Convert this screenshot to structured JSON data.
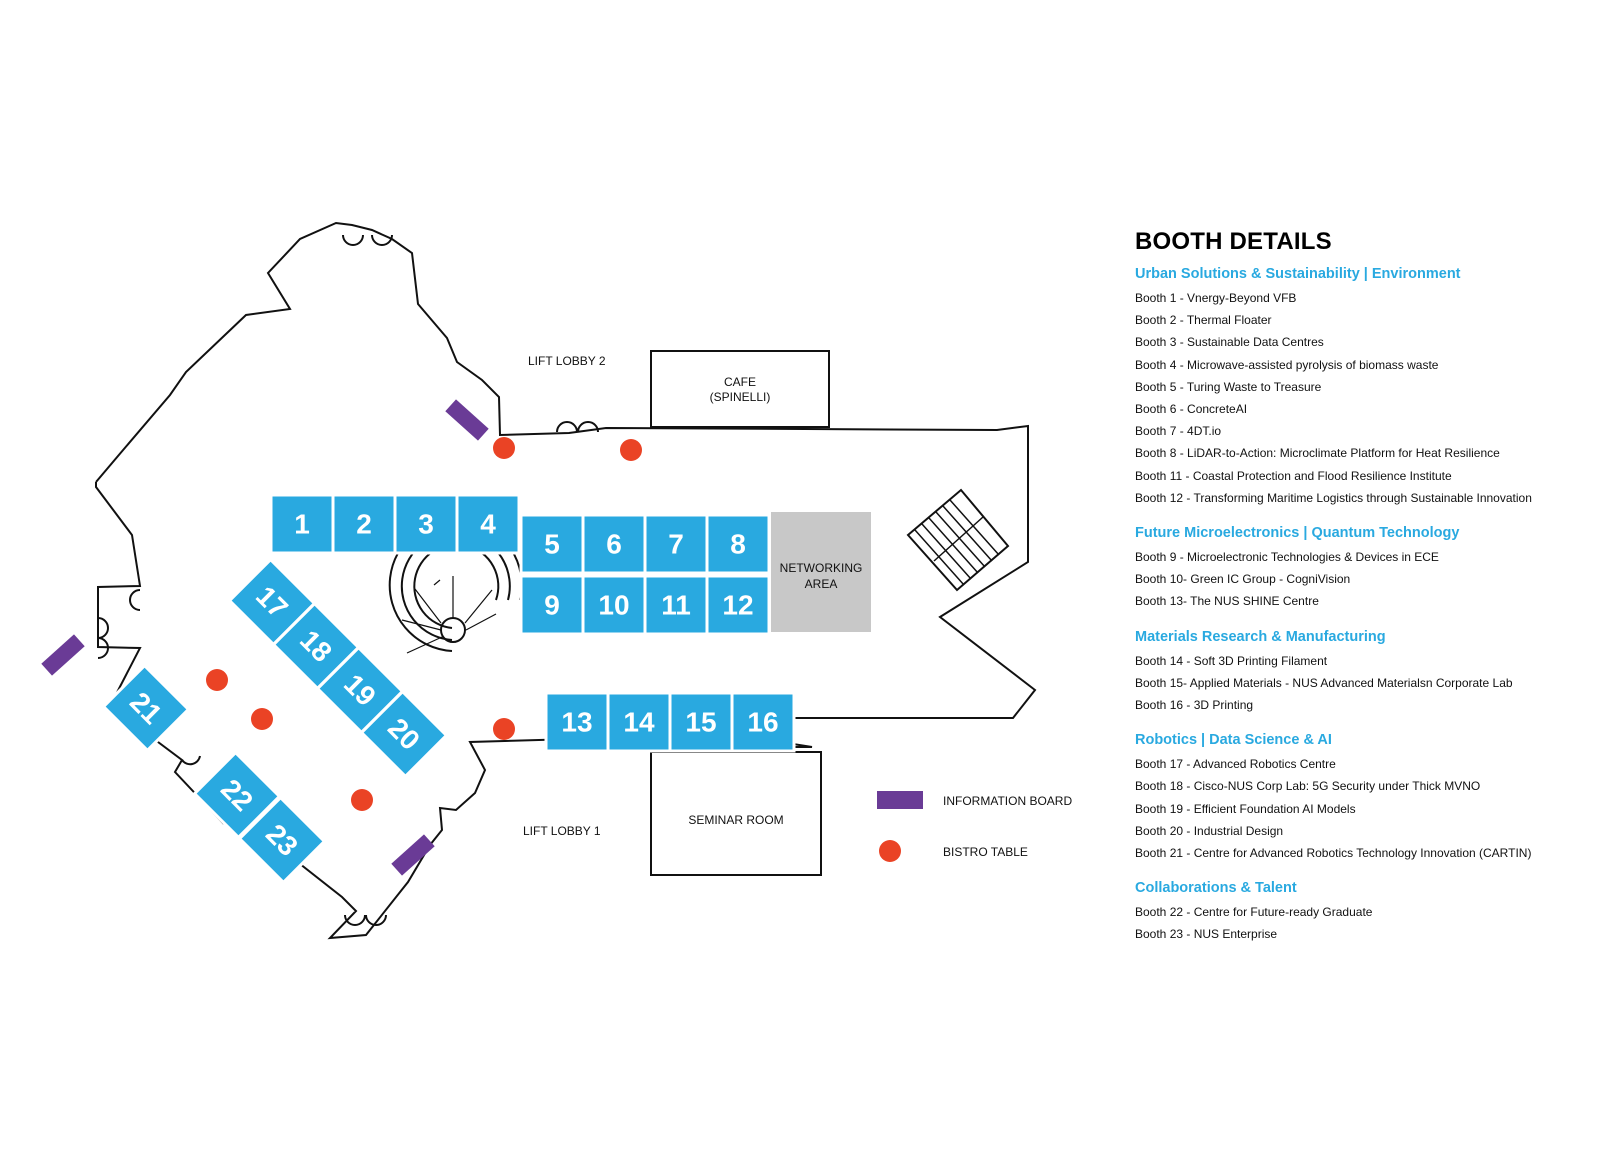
{
  "map": {
    "labels": {
      "lift_lobby_2": "LIFT LOBBY 2",
      "lift_lobby_1": "LIFT LOBBY 1",
      "cafe_line1": "CAFE",
      "cafe_line2": "(SPINELLI)",
      "networking_line1": "NETWORKING",
      "networking_line2": "AREA",
      "seminar_room": "SEMINAR ROOM"
    },
    "booths": [
      "1",
      "2",
      "3",
      "4",
      "5",
      "6",
      "7",
      "8",
      "9",
      "10",
      "11",
      "12",
      "13",
      "14",
      "15",
      "16",
      "17",
      "18",
      "19",
      "20",
      "21",
      "22",
      "23"
    ],
    "legend": {
      "information_board": "INFORMATION BOARD",
      "bistro_table": "BISTRO TABLE"
    },
    "colors": {
      "booth": "#29a9e0",
      "networking_area": "#c8c8c8",
      "information_board": "#6a3b96",
      "bistro_table": "#ea4325"
    }
  },
  "booth_details": {
    "title": "BOOTH DETAILS",
    "categories": [
      {
        "name": "Urban Solutions & Sustainability | Environment",
        "items": [
          "Booth 1 - Vnergy-Beyond VFB",
          "Booth 2 - Thermal Floater",
          "Booth 3 - Sustainable Data Centres",
          "Booth 4 - Microwave-assisted pyrolysis of biomass waste",
          "Booth 5 - Turing Waste to Treasure",
          "Booth 6 - ConcreteAI",
          "Booth 7 - 4DT.io",
          "Booth 8 - LiDAR-to-Action: Microclimate Platform for Heat Resilience",
          "Booth 11 - Coastal Protection and Flood Resilience Institute",
          "Booth 12 - Transforming Maritime Logistics through Sustainable Innovation"
        ]
      },
      {
        "name": "Future Microelectronics | Quantum Technology",
        "items": [
          "Booth 9 - Microelectronic Technologies & Devices in ECE",
          "Booth 10- Green IC Group - CogniVision",
          "Booth 13- The NUS SHINE Centre"
        ]
      },
      {
        "name": "Materials Research & Manufacturing",
        "items": [
          "Booth 14 - Soft 3D Printing Filament",
          "Booth 15- Applied Materials - NUS Advanced Materialsn Corporate Lab",
          "Booth 16 - 3D Printing"
        ]
      },
      {
        "name": "Robotics | Data Science & AI",
        "items": [
          "Booth 17 - Advanced Robotics Centre",
          "Booth 18 - Cisco-NUS Corp Lab: 5G Security under Thick MVNO",
          "Booth 19 - Efficient Foundation AI Models",
          "Booth 20 - Industrial Design",
          "Booth 21 - Centre for Advanced Robotics Technology Innovation (CARTIN)"
        ]
      },
      {
        "name": "Collaborations & Talent",
        "items": [
          "Booth 22 - Centre for Future-ready Graduate",
          "Booth 23 - NUS Enterprise"
        ]
      }
    ]
  }
}
